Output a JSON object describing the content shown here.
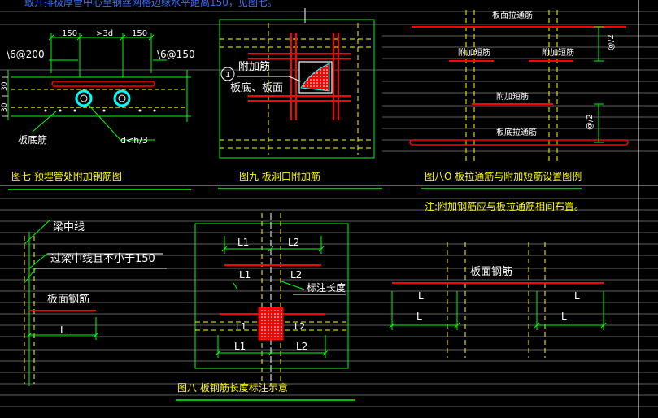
{
  "top_note": "敢开排极厚管中心至钢丝网格边缘水平距离150，见图七。",
  "colors": {
    "bg": "#000000",
    "green": "#00ff00",
    "white": "#ffffff",
    "yellow": "#ffff00",
    "red": "#ff0000",
    "cyan": "#00ffff",
    "blue": "#3a6dff",
    "magenta": "#ff33ff"
  },
  "fig7": {
    "caption": "图七  预埋管处附加钢筋图",
    "dims": [
      "150",
      ">3d",
      "150"
    ],
    "rebar_left": "\\6@200",
    "rebar_right": "\\6@150",
    "bottom_label": "板底筋",
    "d_label": "d<h/3",
    "side_dims": [
      "30",
      "30"
    ]
  },
  "fig9": {
    "caption": "图九  板洞口附加筋",
    "circle_num": "1",
    "label1": "附加筋",
    "label2": "板底、板面"
  },
  "fig10": {
    "caption": "图八O  板拉通筋与附加短筋设置图例",
    "note": "注:附加钢筋应与板拉通筋相间布置。",
    "top_label": "板面拉通筋",
    "left_short": "附加短筋",
    "right_short": "附加短筋",
    "mid_label": "附加短筋",
    "bottom_label": "板底拉通筋",
    "dim_top": "@/2",
    "dim_bottom": "@/2"
  },
  "fig_left": {
    "beam_center": "梁中线",
    "over_center": "过梁中线且不小于150",
    "top_rebar": "板面钢筋",
    "L": "L"
  },
  "fig8": {
    "caption": "图八  板钢筋长度标注示意",
    "L1": "L1",
    "L2": "L2",
    "mark_length": "标注长度"
  },
  "fig_right": {
    "top_rebar": "板面钢筋",
    "L": "L"
  }
}
